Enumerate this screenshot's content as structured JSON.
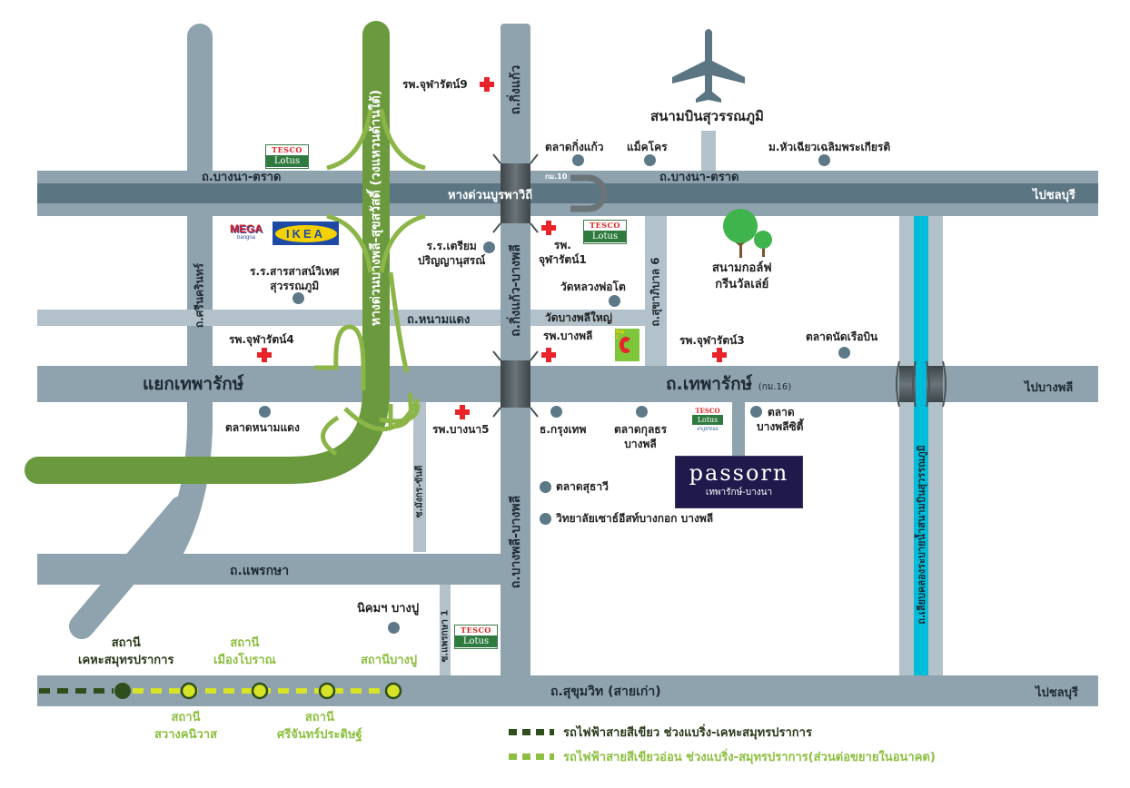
{
  "colors": {
    "road": "#8fa3ae",
    "road_light": "#b3c2ca",
    "expressway": "#5c7582",
    "ring_road": "#6b9a3e",
    "ring_ramp": "#8cb548",
    "canal": "#00bcd9",
    "poi": "#5d7887",
    "hospital": "#e8242a",
    "dark_green_line": "#2e4f1c",
    "light_green_line": "#d7e327",
    "light_green_text": "#8cbf3f",
    "brand_box": "#1f1a4b"
  },
  "landmarks": {
    "airport": {
      "icon": "airplane-icon",
      "label": "สนามบินสุวรรณภูมิ"
    },
    "golf": {
      "icon": "tree-icon",
      "label_line1": "สนามกอล์ฟ",
      "label_line2": "กรีนวัลเล่ย์"
    }
  },
  "roads": {
    "bangna_trat_west": "ถ.บางนา-ตราด",
    "bangna_trat_east": "ถ.บางนา-ตราด",
    "burapha_withi": "หางด่วนบูรพาวิถี",
    "to_chonburi_top": "ไปชลบุรี",
    "km10": "กม.10",
    "king_kaeo": "ถ.กิ่งแก้ว",
    "king_kaeo_bang_phli": "ถ.กิ่งแก้ว-บางพลี",
    "bang_phli_bang_phli": "ถ.บางพลี-บางพลี",
    "sukhaphiban6": "ถ.สุขาภิบาล 6",
    "srinakarin": "ถ.ศรีนครินทร์",
    "nam_daeng": "ถ.หนามแดง",
    "thepharak_junction": "แยกเทพารักษ์",
    "thepharak": "ถ.เทพารักษ์",
    "thepharak_km": "(กม.16)",
    "to_bang_phli": "ไปบางพลี",
    "ring_expressway": "หางด่วนบางพลี-สุขสวัสดิ์ (วงแหวนด้านใต้)",
    "mangkorn_khanthi": "ซ.มังกร-ขันตี",
    "phraeksa": "ถ.แพรกษา",
    "phraeksa1": "ซ.แพรกษา 1",
    "sukhumvit_old": "ถ.สุขุมวิท (สายเก่า)",
    "to_chonburi_bottom": "ไปชลบุรี",
    "canal_road": "ถ.เลียบคลองระบายน้ำสนามบินสุวรรณภูมิ"
  },
  "pois": {
    "chularat9": "รพ.จุฬารัตน์9",
    "talat_king_kaeo": "ตลาดกิ่งแก้ว",
    "makro": "แม็คโคร",
    "hua_chiew": "ม.หัวเฉียวเฉลิมพระเกียรติ",
    "triam_line1": "ร.ร.เตรียม",
    "triam_line2": "ปริญญานุสรณ์",
    "chularat1_line1": "รพ.",
    "chularat1_line2": "จุฬารัตน์1",
    "wat_luang_pho_to": "วัดหลวงพ่อโต",
    "wat_bang_phli_yai": "วัดบางพลีใหญ่",
    "sarasas_line1": "ร.ร.สารสาสน์วิเทศ",
    "sarasas_line2": "สุวรรณภูมิ",
    "chularat4": "รพ.จุฬารัตน์4",
    "bang_phli_hospital": "รพ.บางพลี",
    "chularat3": "รพ.จุฬารัตน์3",
    "talat_nat_rua_bin": "ตลาดนัดเรือบิน",
    "talat_nam_daeng": "ตลาดหนามแดง",
    "bangna5": "รพ.บางนา5",
    "bangkok_bank": "ธ.กรุงเทพ",
    "talat_kunlathon_line1": "ตลาดกุลธร",
    "talat_kunlathon_line2": "บางพลี",
    "talat_city_line1": "ตลาด",
    "talat_city_line2": "บางพลีซิตี้",
    "talat_surawi": "ตลาดสุธาวี",
    "saint_louis": "วิทยาลัยเซาธ์อีสท์บางกอก บางพลี",
    "bang_pu_estate": "นิคมฯ บางปู"
  },
  "brands": {
    "tesco_top": "TESCO",
    "tesco_bottom": "Lotus",
    "ikea": "IKEA",
    "mega": "MEGA",
    "mega_sub": "bangna",
    "bigc": "Big C",
    "express": "express"
  },
  "project": {
    "name": "passorn",
    "subtitle": "เทพารักษ์-บางนา"
  },
  "stations": {
    "kheha_line1": "สถานี",
    "kheha_line2": "เคหะสมุทรปราการ",
    "muang_boran_line1": "สถานี",
    "muang_boran_line2": "เมืองโบราณ",
    "bang_pu": "สถานีบางปู",
    "sawang_line1": "สถานี",
    "sawang_line2": "สวางคนิวาส",
    "srichan_line1": "สถานี",
    "srichan_line2": "ศรีจันทร์ประดิษฐ์"
  },
  "legend": {
    "dark_green": "รถไฟฟ้าสายสีเขียว ช่วงแบริ่ง-เคหะสมุทรปราการ",
    "light_green": "รถไฟฟ้าสายสีเขียวอ่อน ช่วงแบริ่ง-สมุทรปราการ(ส่วนต่อขยายในอนาคต)"
  }
}
